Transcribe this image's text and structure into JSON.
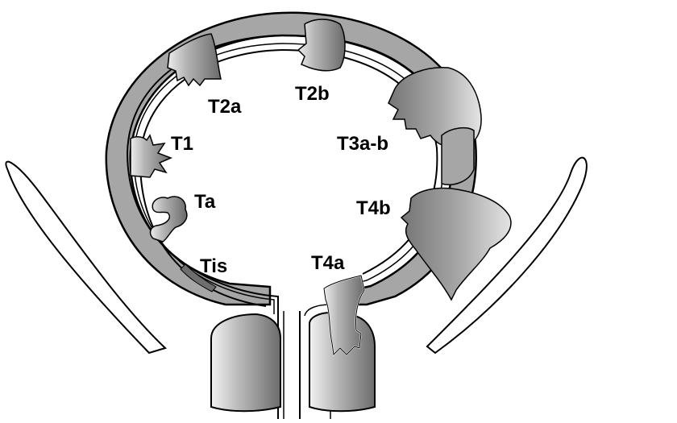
{
  "labels": {
    "t2a": "T2a",
    "t2b": "T2b",
    "t1": "T1",
    "t3ab": "T3a-b",
    "ta": "Ta",
    "t4b": "T4b",
    "tis": "Tis",
    "t4a": "T4a"
  },
  "colors": {
    "wall": "#a6a6a6",
    "outline": "#000000",
    "background": "#ffffff",
    "tumor_light": "#e6e6e6",
    "tumor_dark": "#6e6e6e"
  }
}
